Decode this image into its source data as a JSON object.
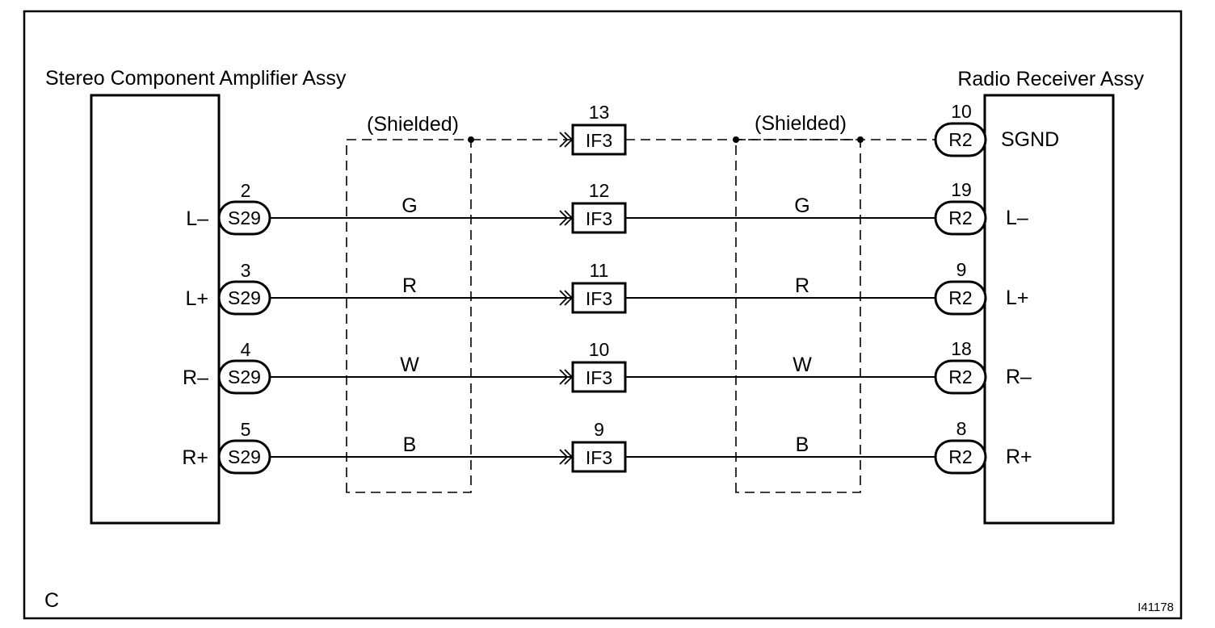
{
  "left_component": {
    "title": "Stereo Component Amplifier Assy"
  },
  "right_component": {
    "title": "Radio Receiver Assy"
  },
  "shield_label": "(Shielded)",
  "footer": {
    "corner_letter": "C",
    "figure_id": "I41178"
  },
  "rows": [
    {
      "left_signal": "",
      "left_pin": "",
      "left_connector": "",
      "wire_color": "",
      "mid_pin": "13",
      "mid_connector": "IF3",
      "right_pin": "10",
      "right_connector": "R2",
      "right_signal": "SGND",
      "shielded": true
    },
    {
      "left_signal": "L–",
      "left_pin": "2",
      "left_connector": "S29",
      "wire_color": "G",
      "mid_pin": "12",
      "mid_connector": "IF3",
      "right_pin": "19",
      "right_connector": "R2",
      "right_signal": "L–",
      "shielded": false
    },
    {
      "left_signal": "L+",
      "left_pin": "3",
      "left_connector": "S29",
      "wire_color": "R",
      "mid_pin": "11",
      "mid_connector": "IF3",
      "right_pin": "9",
      "right_connector": "R2",
      "right_signal": "L+",
      "shielded": false
    },
    {
      "left_signal": "R–",
      "left_pin": "4",
      "left_connector": "S29",
      "wire_color": "W",
      "mid_pin": "10",
      "mid_connector": "IF3",
      "right_pin": "18",
      "right_connector": "R2",
      "right_signal": "R–",
      "shielded": false
    },
    {
      "left_signal": "R+",
      "left_pin": "5",
      "left_connector": "S29",
      "wire_color": "B",
      "mid_pin": "9",
      "mid_connector": "IF3",
      "right_pin": "8",
      "right_connector": "R2",
      "right_signal": "R+",
      "shielded": false
    }
  ]
}
